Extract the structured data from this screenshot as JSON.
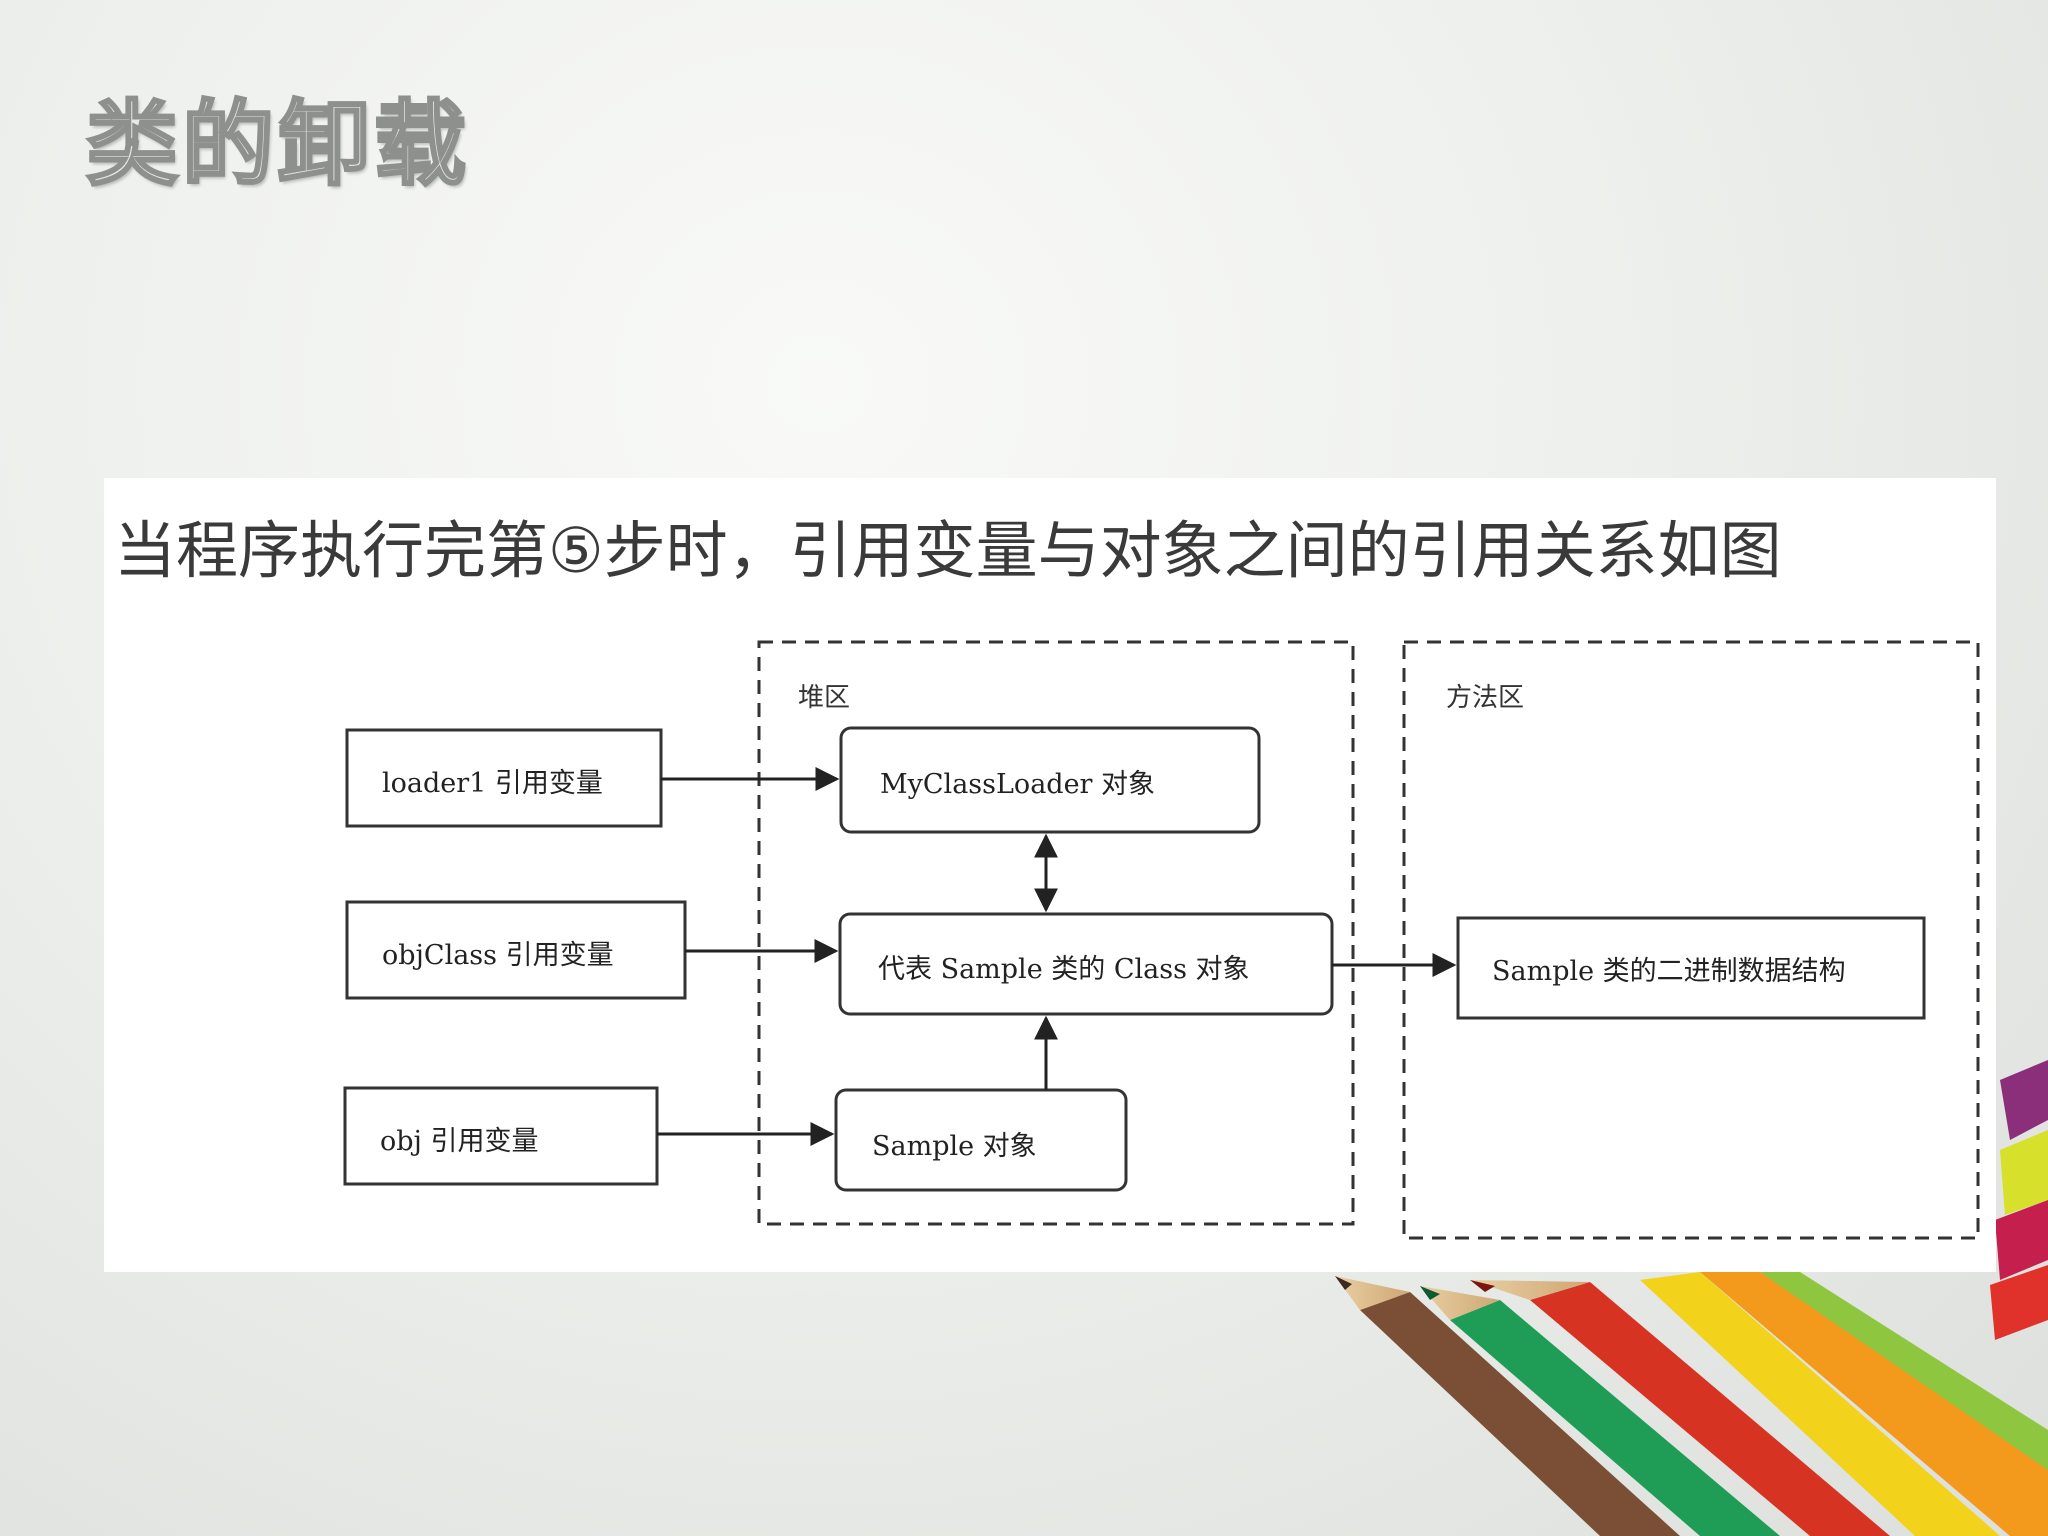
{
  "slide": {
    "title": "类的卸载",
    "caption": "当程序执行完第⑤步时，引用变量与对象之间的引用关系如图"
  },
  "diagram": {
    "regions": [
      {
        "id": "heap",
        "label": "堆区"
      },
      {
        "id": "method-area",
        "label": "方法区"
      }
    ],
    "nodes": [
      {
        "id": "loader1-ref",
        "label": "loader1 引用变量",
        "shape": "rect"
      },
      {
        "id": "objclass-ref",
        "label": "objClass 引用变量",
        "shape": "rect"
      },
      {
        "id": "obj-ref",
        "label": "obj 引用变量",
        "shape": "rect"
      },
      {
        "id": "myclassloader-obj",
        "label": "MyClassLoader 对象",
        "shape": "rounded"
      },
      {
        "id": "sample-class-obj",
        "label": "代表 Sample 类的 Class 对象",
        "shape": "rounded"
      },
      {
        "id": "sample-obj",
        "label": "Sample 对象",
        "shape": "rounded"
      },
      {
        "id": "sample-binary",
        "label": "Sample 类的二进制数据结构",
        "shape": "rect"
      }
    ],
    "edges": [
      {
        "from": "loader1-ref",
        "to": "myclassloader-obj",
        "style": "arrow"
      },
      {
        "from": "objclass-ref",
        "to": "sample-class-obj",
        "style": "arrow"
      },
      {
        "from": "obj-ref",
        "to": "sample-obj",
        "style": "arrow"
      },
      {
        "from": "myclassloader-obj",
        "to": "sample-class-obj",
        "style": "bidirectional"
      },
      {
        "from": "sample-obj",
        "to": "sample-class-obj",
        "style": "arrow"
      },
      {
        "from": "sample-class-obj",
        "to": "sample-binary",
        "style": "arrow"
      }
    ]
  },
  "colors": {
    "background": "#eef0ed",
    "diagram_line": "#222222",
    "pencil_colors": [
      "#7a4f35",
      "#1f9d57",
      "#d63322",
      "#f2d21b",
      "#f39a1c",
      "#8ec63f",
      "#c41f4d"
    ]
  }
}
